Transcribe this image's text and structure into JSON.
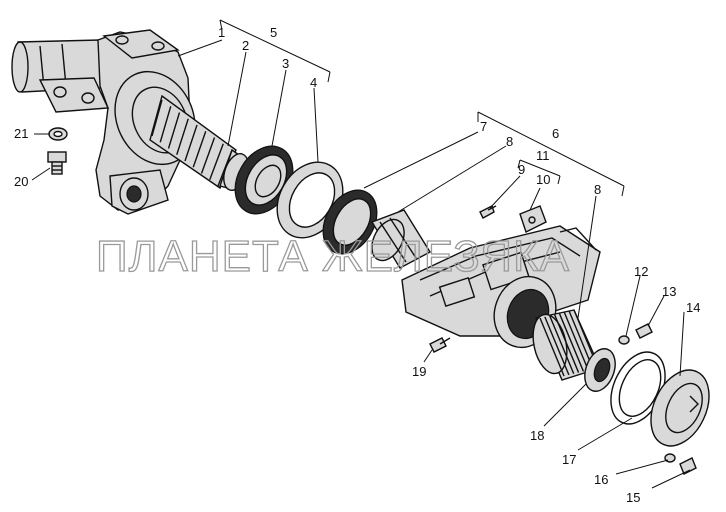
{
  "watermark": "ПЛАНЕТА ЖЕЛЕЗЯКА",
  "callouts": {
    "n1": "1",
    "n2": "2",
    "n3": "3",
    "n4": "4",
    "n5": "5",
    "n6": "6",
    "n7": "7",
    "n8a": "8",
    "n8b": "8",
    "n9": "9",
    "n10": "10",
    "n11": "11",
    "n12": "12",
    "n13": "13",
    "n14": "14",
    "n15": "15",
    "n16": "16",
    "n17": "17",
    "n18": "18",
    "n19": "19",
    "n20": "20",
    "n21": "21"
  }
}
